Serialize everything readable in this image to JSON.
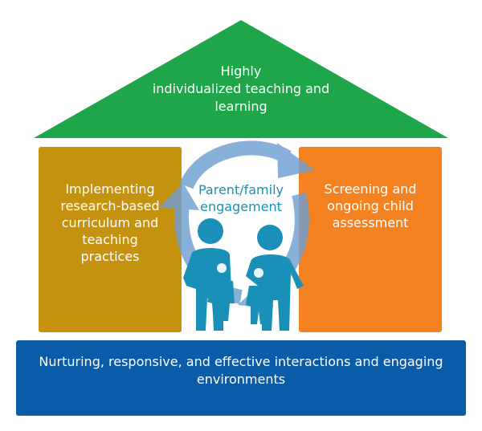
{
  "roof": {
    "label": "Highly\nindividualized teaching and\nlearning",
    "color": "#1fa64a"
  },
  "left_pillar": {
    "label": "Implementing\nresearch-based\ncurriculum and\nteaching\npractices",
    "color": "#c4920e"
  },
  "right_pillar": {
    "label": "Screening and\nongoing child\nassessment",
    "color": "#f58220"
  },
  "center": {
    "label": "Parent/family\nengagement",
    "text_color": "#1a8fb8",
    "figure_color": "#1a8fb8",
    "arrow_color": "#6f9fd1"
  },
  "foundation": {
    "label": "Nurturing, responsive, and effective interactions and engaging\nenvironments",
    "color": "#0a5ca8"
  }
}
